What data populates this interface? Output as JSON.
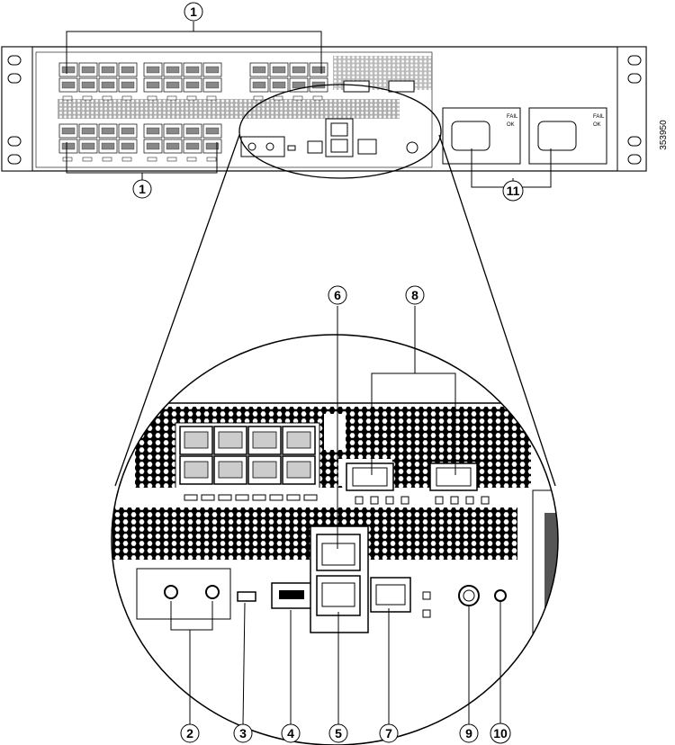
{
  "figure_id": "353950",
  "psu_labels": {
    "fail": "FAIL",
    "ok": "OK"
  },
  "callouts": {
    "sfp_top": "1",
    "sfp_bottom": "1",
    "ground": "2",
    "usb_console": "3",
    "usb": "4",
    "mgmt_console": "5",
    "mgmt_ethernet": "6",
    "sfp_mgmt": "7",
    "qsfp": "8",
    "reset": "9",
    "led": "10",
    "psu": "11"
  }
}
